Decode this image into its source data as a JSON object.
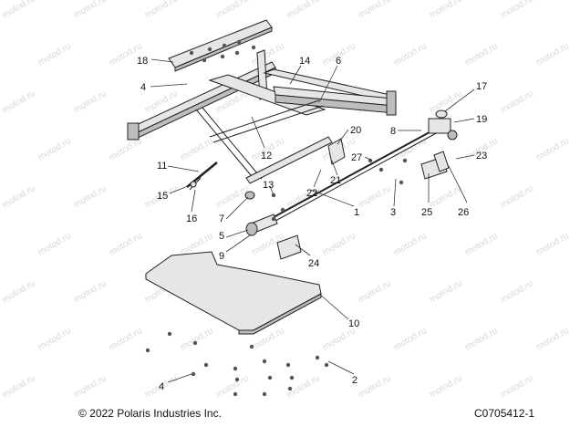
{
  "callouts": [
    {
      "id": "c18",
      "label": "18"
    },
    {
      "id": "c14",
      "label": "14"
    },
    {
      "id": "c6",
      "label": "6"
    },
    {
      "id": "c4a",
      "label": "4"
    },
    {
      "id": "c17",
      "label": "17"
    },
    {
      "id": "c19",
      "label": "19"
    },
    {
      "id": "c8",
      "label": "8"
    },
    {
      "id": "c20",
      "label": "20"
    },
    {
      "id": "c12",
      "label": "12"
    },
    {
      "id": "c27",
      "label": "27"
    },
    {
      "id": "c23",
      "label": "23"
    },
    {
      "id": "c11",
      "label": "11"
    },
    {
      "id": "c21",
      "label": "21"
    },
    {
      "id": "c15",
      "label": "15"
    },
    {
      "id": "c22",
      "label": "22"
    },
    {
      "id": "c13",
      "label": "13"
    },
    {
      "id": "c16",
      "label": "16"
    },
    {
      "id": "c7",
      "label": "7"
    },
    {
      "id": "c1",
      "label": "1"
    },
    {
      "id": "c3",
      "label": "3"
    },
    {
      "id": "c25",
      "label": "25"
    },
    {
      "id": "c26",
      "label": "26"
    },
    {
      "id": "c5",
      "label": "5"
    },
    {
      "id": "c9",
      "label": "9"
    },
    {
      "id": "c24",
      "label": "24"
    },
    {
      "id": "c10",
      "label": "10"
    },
    {
      "id": "c4b",
      "label": "4"
    },
    {
      "id": "c2",
      "label": "2"
    }
  ],
  "watermark": "motod.ru",
  "footer": {
    "copyright": "© 2022 Polaris Industries Inc.",
    "part_code": "C0705412-1"
  }
}
